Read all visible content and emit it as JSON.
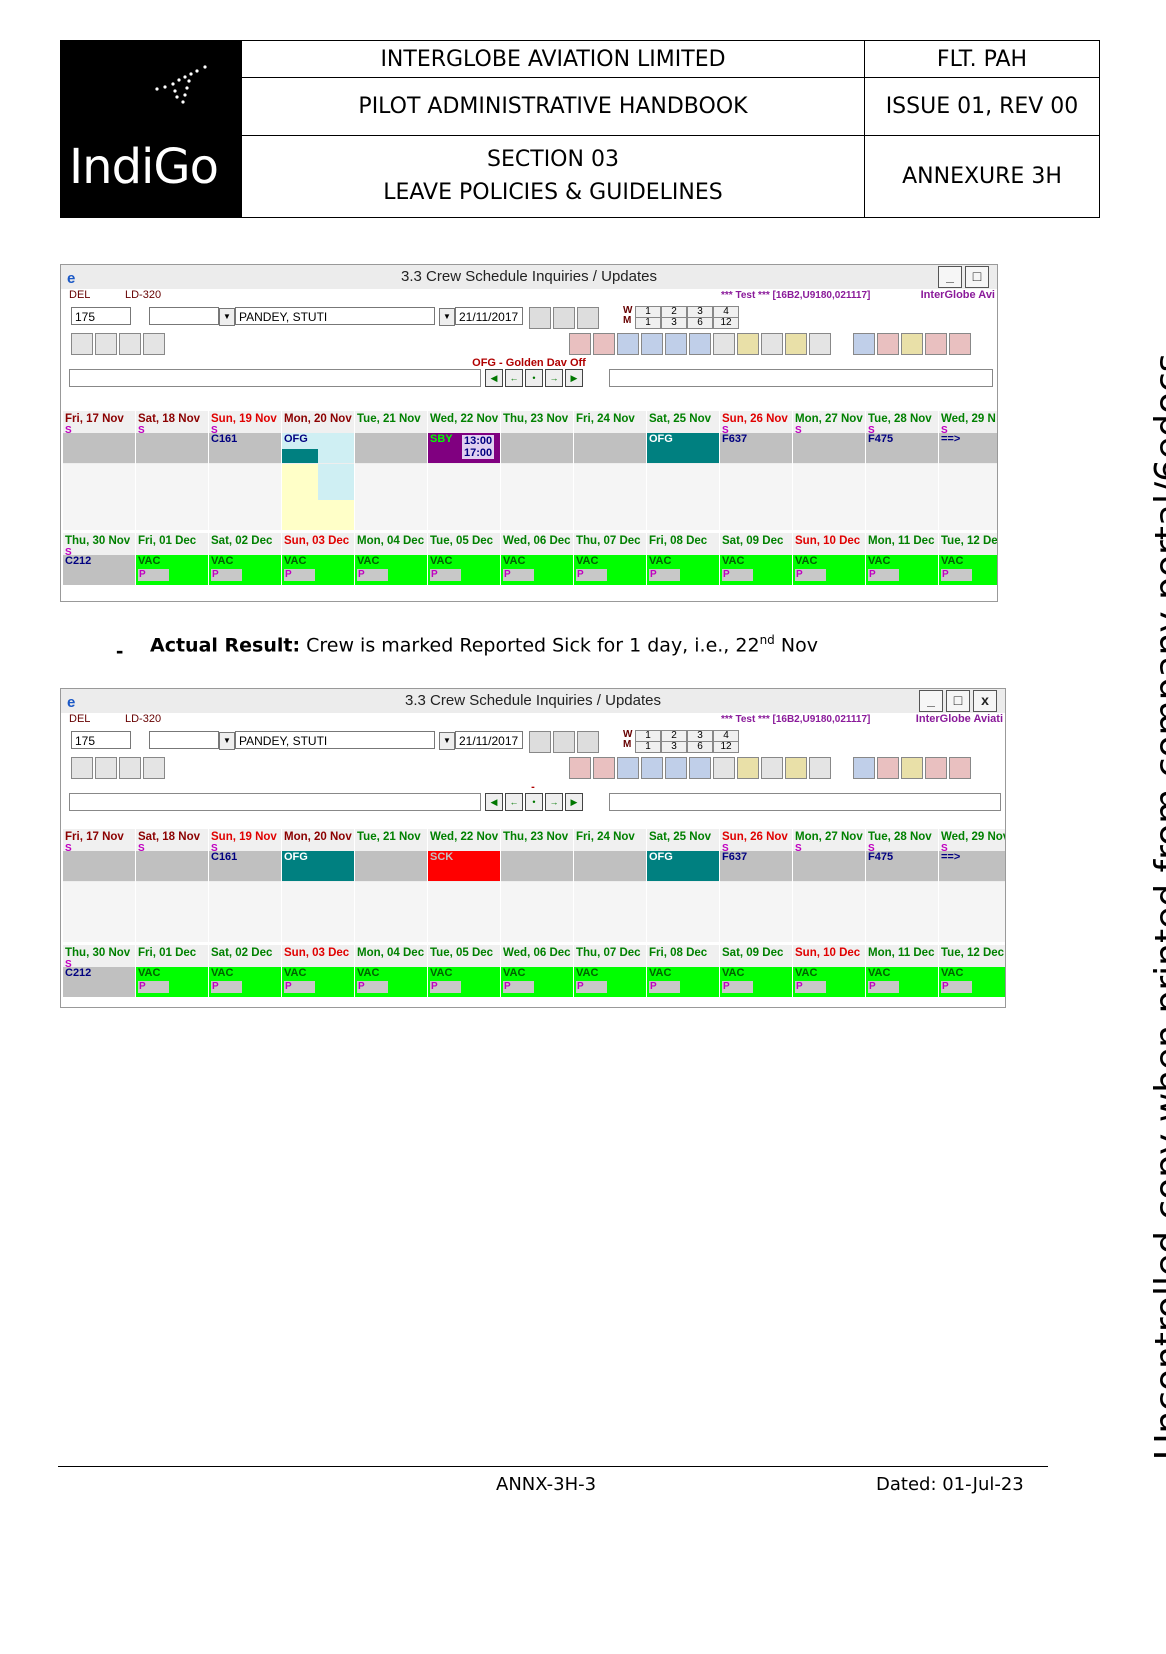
{
  "header": {
    "logo_text": "IndiGo",
    "company": "INTERGLOBE AVIATION LIMITED",
    "doc_code": "FLT. PAH",
    "handbook": "PILOT ADMINISTRATIVE HANDBOOK",
    "issue": "ISSUE 01, REV 00",
    "section": "SECTION 03",
    "section_title": "LEAVE POLICIES & GUIDELINES",
    "annexure": "ANNEXURE 3H"
  },
  "side_note": "Uncontrolled copy when printed from company portal/6edocs",
  "screens": [
    {
      "title": "3.3  Crew Schedule Inquiries / Updates",
      "base": "DEL",
      "fleet": "LD-320",
      "test_tag": "*** Test *** [16B2,U9180,021117]",
      "org": "InterGlobe Avi",
      "crew_id": "175",
      "crew_name": "PANDEY, STUTI",
      "date": "21/11/2017",
      "legend": "OFG  - Golden Dav Off",
      "weeks": [
        "1",
        "2",
        "3",
        "4"
      ],
      "months": [
        "1",
        "3",
        "6",
        "12"
      ],
      "week1": [
        {
          "day": "Fri, 17 Nov",
          "color": "#8b0000",
          "s": "S",
          "duty": ""
        },
        {
          "day": "Sat, 18 Nov",
          "color": "#8b0000",
          "s": "S",
          "duty": ""
        },
        {
          "day": "Sun, 19 Nov",
          "color": "#e00000",
          "s": "S",
          "duty": "C161"
        },
        {
          "day": "Mon, 20 Nov",
          "color": "#8b0000",
          "s": "",
          "duty": "OFG"
        },
        {
          "day": "Tue, 21 Nov",
          "color": "#008000",
          "s": "",
          "duty": ""
        },
        {
          "day": "Wed, 22 Nov",
          "color": "#008000",
          "s": "",
          "duty": "SBY",
          "time1": "13:00",
          "time2": "17:00"
        },
        {
          "day": "Thu, 23 Nov",
          "color": "#008000",
          "s": "",
          "duty": ""
        },
        {
          "day": "Fri, 24 Nov",
          "color": "#008000",
          "s": "",
          "duty": ""
        },
        {
          "day": "Sat, 25 Nov",
          "color": "#008000",
          "s": "",
          "duty": "OFG"
        },
        {
          "day": "Sun, 26 Nov",
          "color": "#e00000",
          "s": "S",
          "duty": "F637"
        },
        {
          "day": "Mon, 27 Nov",
          "color": "#008000",
          "s": "S",
          "duty": ""
        },
        {
          "day": "Tue, 28 Nov",
          "color": "#008000",
          "s": "S",
          "duty": "F475"
        },
        {
          "day": "Wed, 29 N",
          "color": "#008000",
          "s": "S",
          "duty": "==>"
        }
      ],
      "week2": [
        {
          "day": "Thu, 30 Nov",
          "color": "#008000",
          "s": "S",
          "duty": "C212"
        },
        {
          "day": "Fri, 01 Dec",
          "color": "#008000",
          "duty": "VAC",
          "p": "P"
        },
        {
          "day": "Sat, 02 Dec",
          "color": "#008000",
          "duty": "VAC",
          "p": "P"
        },
        {
          "day": "Sun, 03 Dec",
          "color": "#e00000",
          "duty": "VAC",
          "p": "P"
        },
        {
          "day": "Mon, 04 Dec",
          "color": "#008000",
          "duty": "VAC",
          "p": "P"
        },
        {
          "day": "Tue, 05 Dec",
          "color": "#008000",
          "duty": "VAC",
          "p": "P"
        },
        {
          "day": "Wed, 06 Dec",
          "color": "#008000",
          "duty": "VAC",
          "p": "P"
        },
        {
          "day": "Thu, 07 Dec",
          "color": "#008000",
          "duty": "VAC",
          "p": "P"
        },
        {
          "day": "Fri, 08 Dec",
          "color": "#008000",
          "duty": "VAC",
          "p": "P"
        },
        {
          "day": "Sat, 09 Dec",
          "color": "#008000",
          "duty": "VAC",
          "p": "P"
        },
        {
          "day": "Sun, 10 Dec",
          "color": "#e00000",
          "duty": "VAC",
          "p": "P"
        },
        {
          "day": "Mon, 11 Dec",
          "color": "#008000",
          "duty": "VAC",
          "p": "P"
        },
        {
          "day": "Tue, 12 De",
          "color": "#008000",
          "duty": "VAC",
          "p": "P"
        }
      ]
    },
    {
      "title": "3.3  Crew Schedule Inquiries / Updates",
      "base": "DEL",
      "fleet": "LD-320",
      "test_tag": "*** Test *** [16B2,U9180,021117]",
      "org": "InterGlobe Aviati",
      "crew_id": "175",
      "crew_name": "PANDEY, STUTI",
      "date": "21/11/2017",
      "legend": "-",
      "weeks": [
        "1",
        "2",
        "3",
        "4"
      ],
      "months": [
        "1",
        "3",
        "6",
        "12"
      ],
      "week1": [
        {
          "day": "Fri, 17 Nov",
          "color": "#8b0000",
          "s": "S",
          "duty": ""
        },
        {
          "day": "Sat, 18 Nov",
          "color": "#8b0000",
          "s": "S",
          "duty": ""
        },
        {
          "day": "Sun, 19 Nov",
          "color": "#e00000",
          "s": "S",
          "duty": "C161"
        },
        {
          "day": "Mon, 20 Nov",
          "color": "#8b0000",
          "s": "",
          "duty": "OFG"
        },
        {
          "day": "Tue, 21 Nov",
          "color": "#008000",
          "s": "",
          "duty": ""
        },
        {
          "day": "Wed, 22 Nov",
          "color": "#008000",
          "s": "",
          "duty": "SCK"
        },
        {
          "day": "Thu, 23 Nov",
          "color": "#008000",
          "s": "",
          "duty": ""
        },
        {
          "day": "Fri, 24 Nov",
          "color": "#008000",
          "s": "",
          "duty": ""
        },
        {
          "day": "Sat, 25 Nov",
          "color": "#008000",
          "s": "",
          "duty": "OFG"
        },
        {
          "day": "Sun, 26 Nov",
          "color": "#e00000",
          "s": "S",
          "duty": "F637"
        },
        {
          "day": "Mon, 27 Nov",
          "color": "#008000",
          "s": "S",
          "duty": ""
        },
        {
          "day": "Tue, 28 Nov",
          "color": "#008000",
          "s": "S",
          "duty": "F475"
        },
        {
          "day": "Wed, 29 Nov",
          "color": "#008000",
          "s": "S",
          "duty": "==>"
        }
      ],
      "week2": [
        {
          "day": "Thu, 30 Nov",
          "color": "#008000",
          "s": "S",
          "duty": "C212"
        },
        {
          "day": "Fri, 01 Dec",
          "color": "#008000",
          "duty": "VAC",
          "p": "P"
        },
        {
          "day": "Sat, 02 Dec",
          "color": "#008000",
          "duty": "VAC",
          "p": "P"
        },
        {
          "day": "Sun, 03 Dec",
          "color": "#e00000",
          "duty": "VAC",
          "p": "P"
        },
        {
          "day": "Mon, 04 Dec",
          "color": "#008000",
          "duty": "VAC",
          "p": "P"
        },
        {
          "day": "Tue, 05 Dec",
          "color": "#008000",
          "duty": "VAC",
          "p": "P"
        },
        {
          "day": "Wed, 06 Dec",
          "color": "#008000",
          "duty": "VAC",
          "p": "P"
        },
        {
          "day": "Thu, 07 Dec",
          "color": "#008000",
          "duty": "VAC",
          "p": "P"
        },
        {
          "day": "Fri, 08 Dec",
          "color": "#008000",
          "duty": "VAC",
          "p": "P"
        },
        {
          "day": "Sat, 09 Dec",
          "color": "#008000",
          "duty": "VAC",
          "p": "P"
        },
        {
          "day": "Sun, 10 Dec",
          "color": "#e00000",
          "duty": "VAC",
          "p": "P"
        },
        {
          "day": "Mon, 11 Dec",
          "color": "#008000",
          "duty": "VAC",
          "p": "P"
        },
        {
          "day": "Tue, 12 Dec",
          "color": "#008000",
          "duty": "VAC",
          "p": "P"
        }
      ]
    }
  ],
  "actual_result": {
    "label": "Actual Result:",
    "text_a": " Crew is marked Reported Sick for 1 day, i.e., 22",
    "sup": "nd",
    "text_b": " Nov"
  },
  "footer": {
    "page": "ANNX-3H-3",
    "dated": "Dated: 01-Jul-23"
  },
  "colors": {
    "ofg": "#008080",
    "sby": "#800080",
    "sck": "#ff0000",
    "vac": "#00ff00",
    "grey_cell": "#c0c0c0"
  }
}
